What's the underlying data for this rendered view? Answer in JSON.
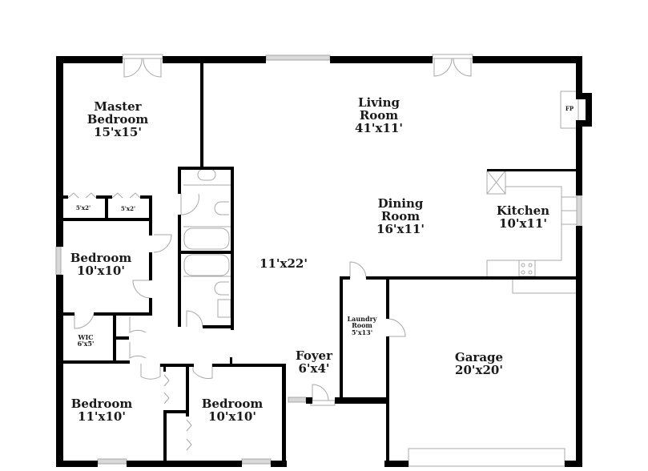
{
  "floor_plan": {
    "rooms": [
      {
        "id": "master-bedroom",
        "name_line1": "Master",
        "name_line2": "Bedroom",
        "size": "15'x15'"
      },
      {
        "id": "living-room",
        "name_line1": "Living",
        "name_line2": "Room",
        "size": "41'x11'"
      },
      {
        "id": "dining-room",
        "name_line1": "Dining",
        "name_line2": "Room",
        "size": "16'x11'"
      },
      {
        "id": "kitchen",
        "name_line1": "Kitchen",
        "size": "10'x11'"
      },
      {
        "id": "bedroom-2",
        "name_line1": "Bedroom",
        "size": "10'x10'"
      },
      {
        "id": "hall",
        "size": "11'x22'"
      },
      {
        "id": "wic",
        "name_line1": "WIC",
        "size": "6'x5'"
      },
      {
        "id": "laundry-room",
        "name_line1": "Laundry",
        "name_line2": "Room",
        "size": "5'x13'"
      },
      {
        "id": "foyer",
        "name_line1": "Foyer",
        "size": "6'x4'"
      },
      {
        "id": "garage",
        "name_line1": "Garage",
        "size": "20'x20'"
      },
      {
        "id": "bedroom-3",
        "name_line1": "Bedroom",
        "size": "11'x10'"
      },
      {
        "id": "bedroom-4",
        "name_line1": "Bedroom",
        "size": "10'x10'"
      },
      {
        "id": "closet-1",
        "size": "5'x2'"
      },
      {
        "id": "closet-2",
        "size": "5'x2'"
      }
    ],
    "fixtures": {
      "fireplace": "FP"
    },
    "colors": {
      "wall": "#000000",
      "fixture_line": "#b0b0b0",
      "window_fill": "#d8d8d8",
      "text": "#1a1a1a"
    }
  }
}
